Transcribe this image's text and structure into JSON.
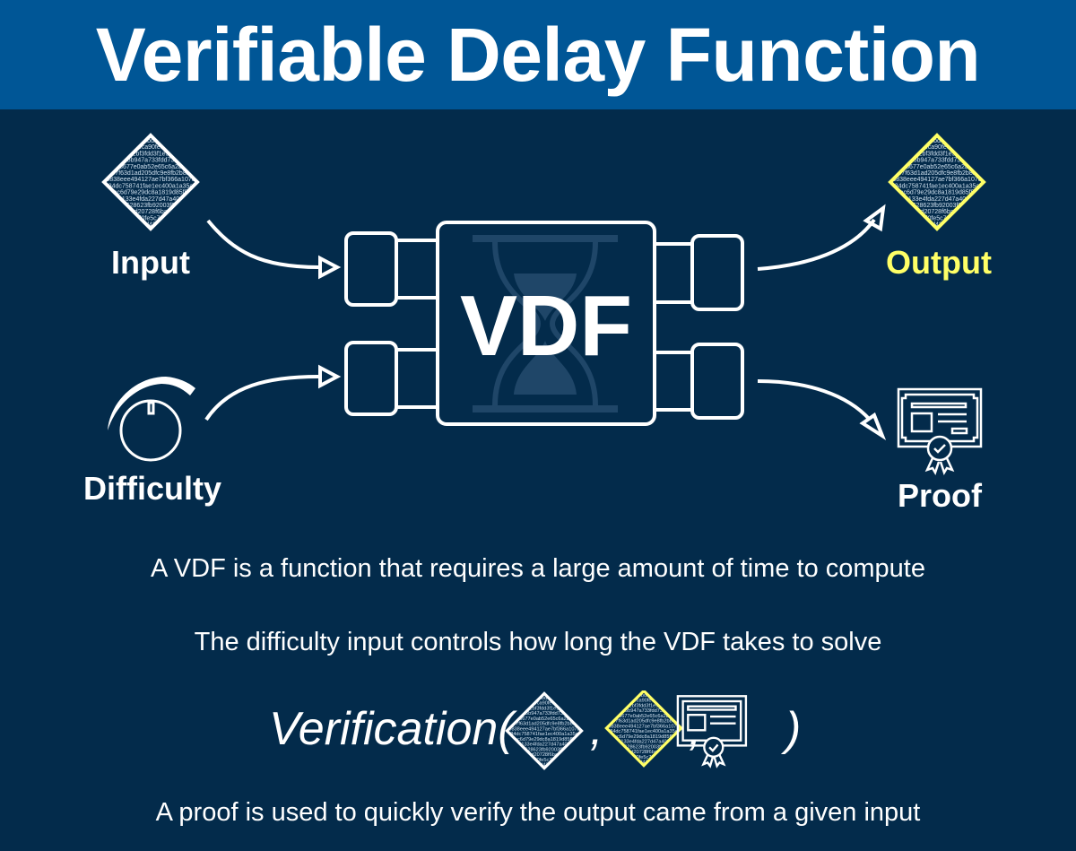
{
  "title": "Verifiable Delay Function",
  "diagram": {
    "center_label": "VDF",
    "input_label": "Input",
    "difficulty_label": "Difficulty",
    "output_label": "Output",
    "proof_label": "Proof",
    "output_color": "#ffff66",
    "hex_lines": [
      "38bd5e",
      "8eca90fe0c",
      "72bf3fdd3f1e9a",
      "85b947a733fdd735",
      "8677e0ab52e65c6a2b",
      "57f63d1ad205dfc9e8fb2b8a",
      "0838eee494127ae7bf366a1078",
      "84dc758741fae1ec400a1a35a",
      "ec6d79e29dc8a1819d85f5",
      "4133e4fda227d47a403",
      "2628623fb92003f9e",
      "ad20728f6bac",
      "d0fe5c73",
      "d42"
    ]
  },
  "sentences": {
    "line1": "A VDF is a function that requires a large amount of time to compute",
    "line2": "The difficulty input controls how long the VDF takes to solve",
    "line3": "A proof is used to quickly verify the output came from a given input"
  },
  "verification": {
    "prefix": "Verification(",
    "comma": ",",
    "suffix": ")"
  }
}
